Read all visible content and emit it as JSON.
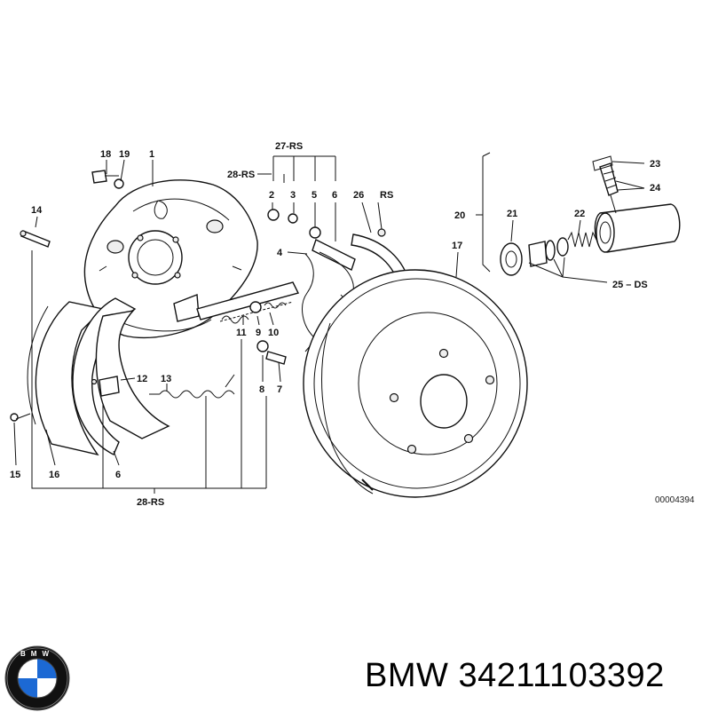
{
  "diagram": {
    "callouts": {
      "c1": "1",
      "c2": "2",
      "c3": "3",
      "c4": "4",
      "c5": "5",
      "c6": "6",
      "c6b": "6",
      "c7": "7",
      "c8": "8",
      "c9": "9",
      "c10": "10",
      "c11": "11",
      "c12": "12",
      "c13": "13",
      "c14": "14",
      "c15": "15",
      "c16": "16",
      "c17": "17",
      "c18": "18",
      "c19": "19",
      "c20": "20",
      "c21": "21",
      "c22": "22",
      "c23": "23",
      "c24": "24",
      "c25": "25 – DS",
      "c26": "26",
      "rs": "RS",
      "c27": "27-RS",
      "c28top": "28-RS",
      "c28bottom": "28-RS"
    },
    "drawing_id": "00004394"
  },
  "footer": {
    "logo_text": "BMW",
    "brand": "BMW",
    "part_number": "34211103392"
  },
  "colors": {
    "logo_blue": "#1c69d4",
    "logo_ring": "#111111"
  }
}
